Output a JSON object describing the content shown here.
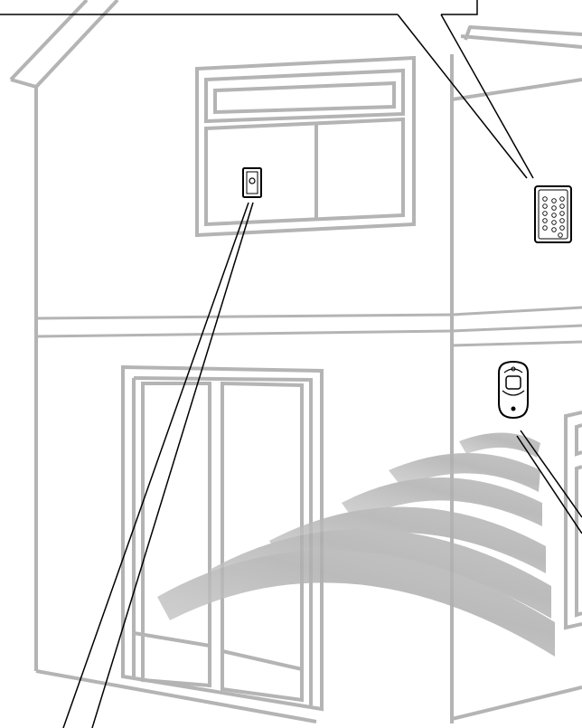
{
  "illustration": {
    "subject": "house-security-system",
    "components": [
      {
        "name": "door-window-contact-sensor",
        "icon": "contact-sensor-icon"
      },
      {
        "name": "wireless-keypad",
        "icon": "keypad-icon"
      },
      {
        "name": "motion-detector",
        "icon": "motion-sensor-icon"
      }
    ],
    "callouts": [
      "keypad-callout",
      "sensor-callout",
      "motion-detector-callout"
    ]
  },
  "colors": {
    "wall_outline": "#b4b4b4",
    "callout_line": "#000000",
    "motion_waves": "#b8b8b8",
    "background": "#ffffff"
  }
}
